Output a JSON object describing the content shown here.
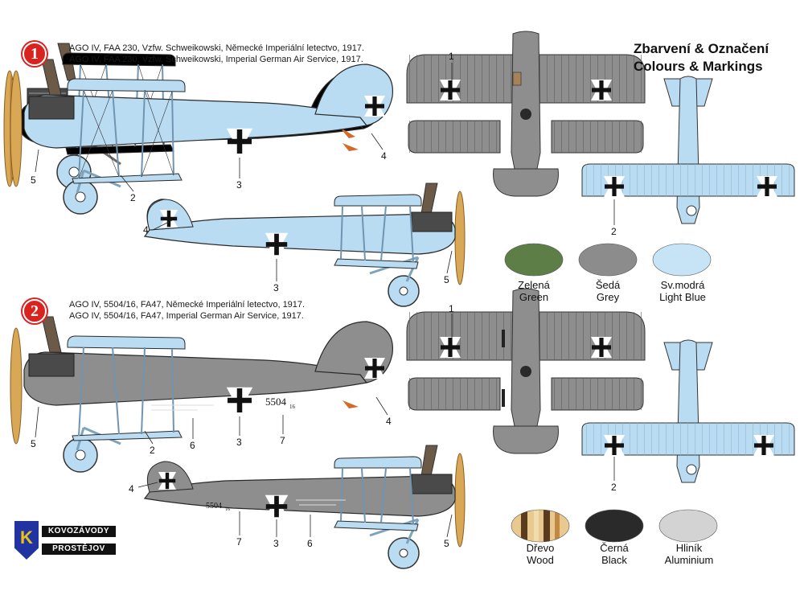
{
  "captions": {
    "scheme1_cz": "AGO IV, FAA 230, Vzfw. Schweikowski, Německé Imperiální letectvo, 1917.",
    "scheme1_en": "AGO IV, FAA 230, Vzfw. Schweikowski, Imperial German Air Service, 1917.",
    "scheme2_cz": "AGO IV, 5504/16, FA47, Německé Imperiální letectvo, 1917.",
    "scheme2_en": "AGO IV, 5504/16, FA47, Imperial German Air Service, 1917."
  },
  "badges": [
    "1",
    "2"
  ],
  "title": {
    "cz": "Zbarvení & Označení",
    "en": "Colours & Markings"
  },
  "swatches": [
    {
      "cz": "Zelená",
      "en": "Green",
      "color": "#5e7e48"
    },
    {
      "cz": "Šedá",
      "en": "Grey",
      "color": "#8c8c8c"
    },
    {
      "cz": "Sv.modrá",
      "en": "Light Blue",
      "color": "#c6e4f6"
    },
    {
      "cz": "Dřevo",
      "en": "Wood",
      "color": "#d9b077"
    },
    {
      "cz": "Černá",
      "en": "Black",
      "color": "#2a2a2a"
    },
    {
      "cz": "Hliník",
      "en": "Aluminium",
      "color": "#d3d3d3"
    }
  ],
  "serial": {
    "main": "5504",
    "sub": "16"
  },
  "callouts": [
    "1",
    "2",
    "3",
    "4",
    "5",
    "6",
    "7"
  ],
  "logo": {
    "letter": "K",
    "top": "KOVOZÁVODY",
    "bottom": "PROSTĚJOV"
  },
  "colors": {
    "light_blue": "#b9dcf2",
    "grey": "#8e8e8e",
    "dark_grey": "#5a5a5a",
    "wood": "#d9a857",
    "accent_red": "#d8231f"
  }
}
